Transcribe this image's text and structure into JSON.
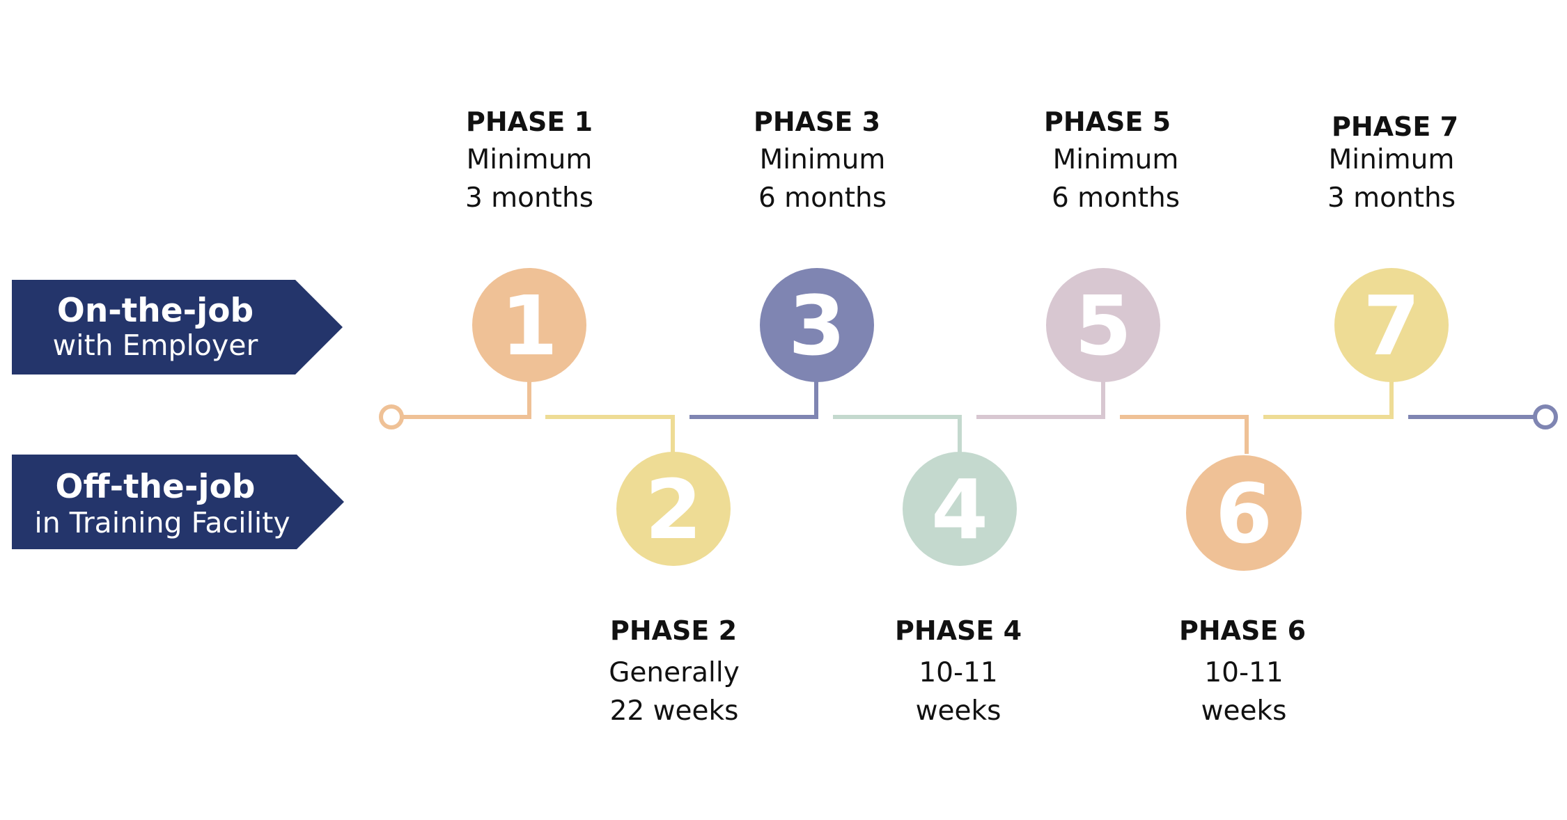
{
  "colors": {
    "navy": "#24356b",
    "peach": "#efc196",
    "yellow": "#eedc95",
    "slate": "#7f85b2",
    "sage": "#c4d9ce",
    "mauve": "#d8c7d1"
  },
  "banners": [
    {
      "title": "On-the-job",
      "subtitle": "with Employer"
    },
    {
      "title": "Off-the-job",
      "subtitle": "in Training Facility"
    }
  ],
  "phases": [
    {
      "number": "1",
      "title": "PHASE 1",
      "lines": [
        "Minimum",
        "3 months"
      ],
      "track": "on-the-job",
      "color": "#efc196"
    },
    {
      "number": "2",
      "title": "PHASE 2",
      "lines": [
        "Generally",
        "22 weeks"
      ],
      "track": "off-the-job",
      "color": "#eedc95"
    },
    {
      "number": "3",
      "title": "PHASE 3",
      "lines": [
        "Minimum",
        "6 months"
      ],
      "track": "on-the-job",
      "color": "#7f85b2"
    },
    {
      "number": "4",
      "title": "PHASE 4",
      "lines": [
        "10-11",
        "weeks"
      ],
      "track": "off-the-job",
      "color": "#c4d9ce"
    },
    {
      "number": "5",
      "title": "PHASE 5",
      "lines": [
        "Minimum",
        "6 months"
      ],
      "track": "on-the-job",
      "color": "#d8c7d1"
    },
    {
      "number": "6",
      "title": "PHASE 6",
      "lines": [
        "10-11",
        "weeks"
      ],
      "track": "off-the-job",
      "color": "#efc196"
    },
    {
      "number": "7",
      "title": "PHASE 7",
      "lines": [
        "Minimum",
        "3 months"
      ],
      "track": "on-the-job",
      "color": "#eedc95"
    }
  ],
  "timeline": {
    "start_color": "#efc196",
    "end_color": "#7f85b2"
  }
}
